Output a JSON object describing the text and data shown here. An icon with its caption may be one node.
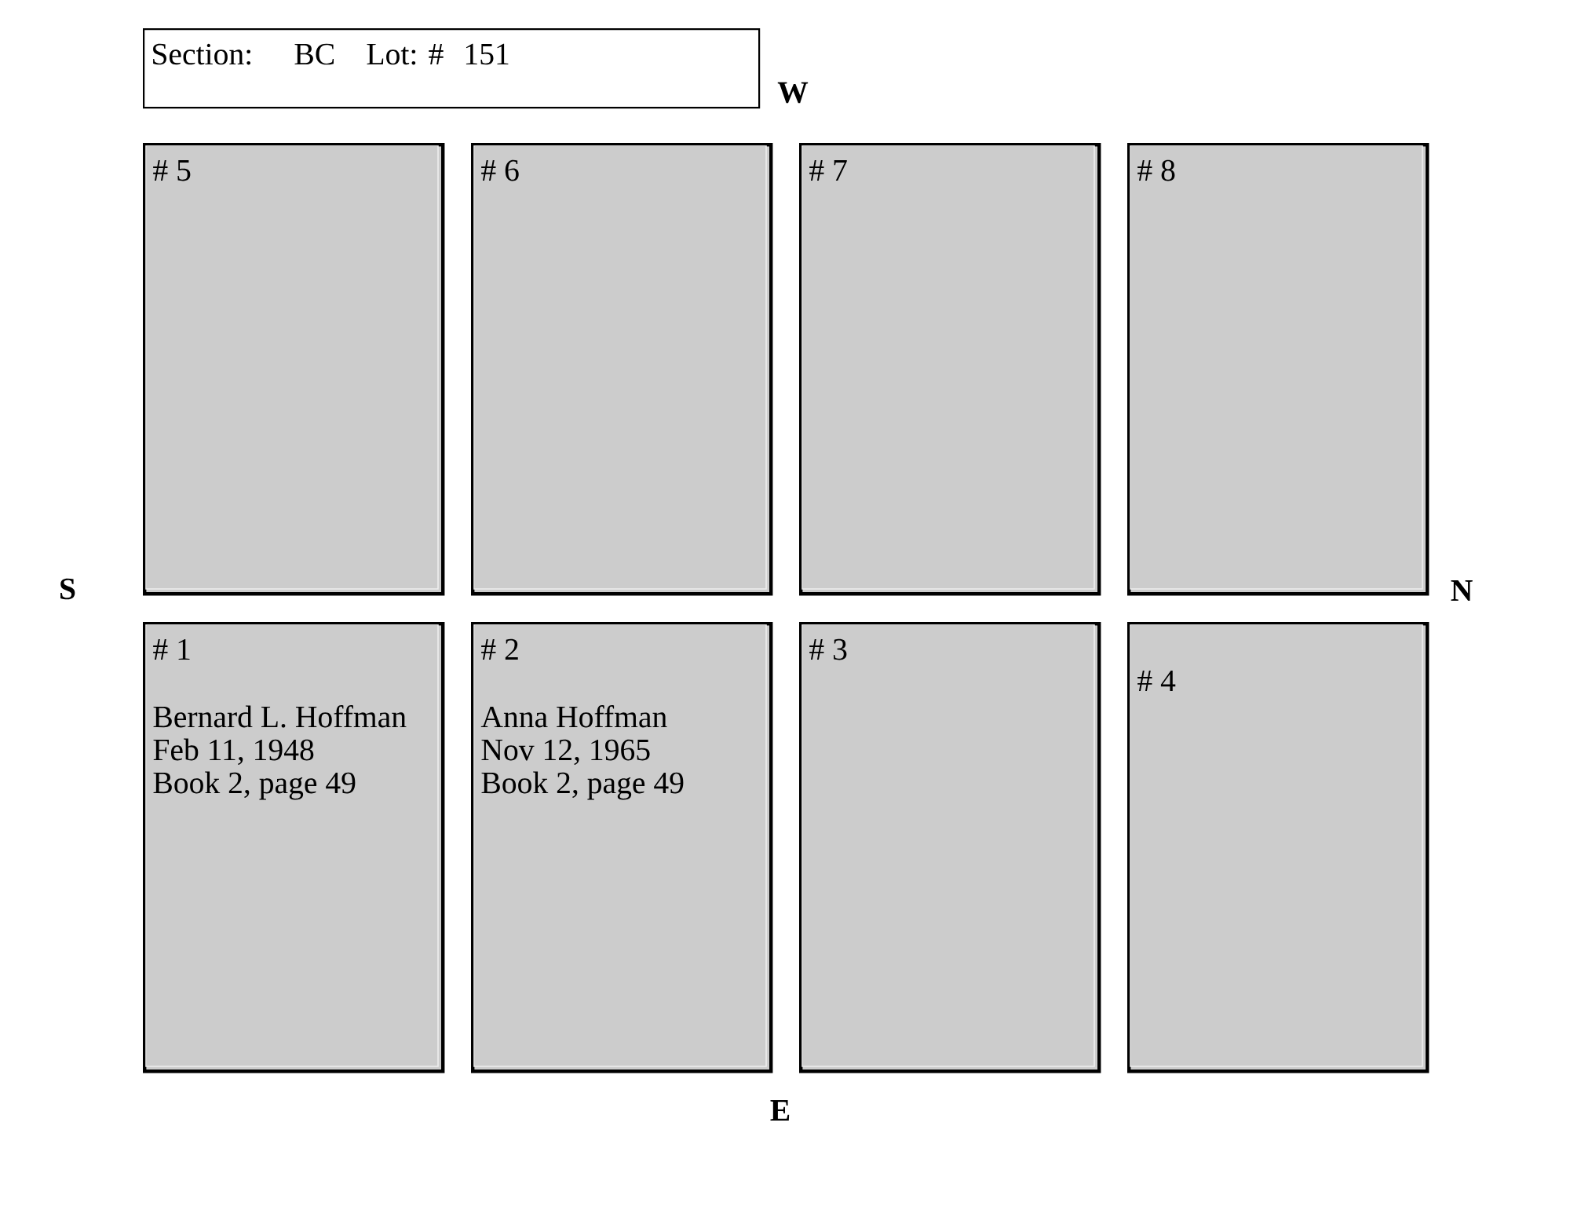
{
  "diagram": {
    "nodes": [
      {
        "text": [
          "Section:",
          "BC",
          "Lot: #",
          "151"
        ]
      },
      {
        "text": [
          "# 5"
        ]
      },
      {
        "text": [
          "# 6"
        ]
      },
      {
        "text": [
          "# 7"
        ]
      },
      {
        "text": [
          "# 8"
        ]
      },
      {
        "text": [
          "# 1",
          "Bernard L. Hoffman",
          "Feb 11, 1948",
          "Book 2, page 49"
        ]
      },
      {
        "text": [
          "# 2",
          "Anna Hoffman",
          "Nov 12, 1965",
          "Book 2, page 49"
        ]
      },
      {
        "text": [
          "# 3"
        ]
      },
      {
        "text": [
          "# 4"
        ]
      }
    ],
    "labels": [
      "W",
      "S",
      "N",
      "E"
    ]
  }
}
